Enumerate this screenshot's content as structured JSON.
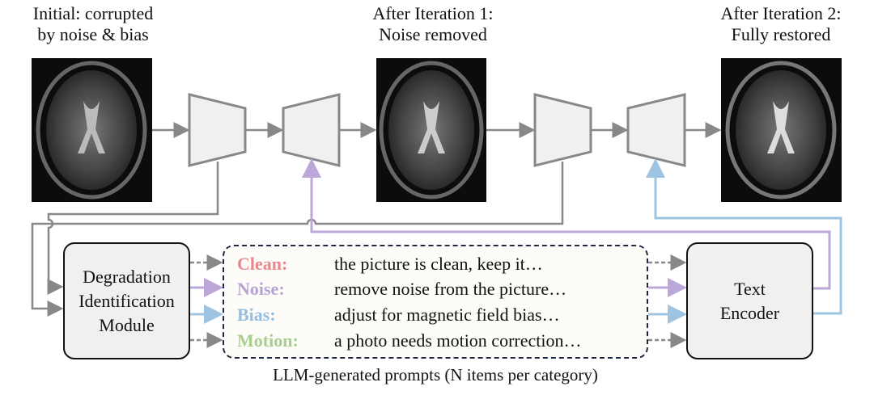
{
  "labels": {
    "initial": [
      "Initial: corrupted",
      "by noise & bias"
    ],
    "iter1": [
      "After Iteration 1:",
      "Noise removed"
    ],
    "iter2": [
      "After Iteration 2:",
      "Fully restored"
    ]
  },
  "modules": {
    "dim": [
      "Degradation",
      "Identification",
      "Module"
    ],
    "text_encoder": [
      "Text",
      "Encoder"
    ]
  },
  "prompts": [
    {
      "category": "Clean:",
      "text": "the picture is clean, keep it…",
      "color": "#e8878e"
    },
    {
      "category": "Noise:",
      "text": "remove noise from the picture…",
      "color": "#b7a3d3"
    },
    {
      "category": "Bias:",
      "text": "adjust for magnetic field bias…",
      "color": "#94bde0"
    },
    {
      "category": "Motion:",
      "text": "a photo needs motion correction…",
      "color": "#a9cf8e"
    }
  ],
  "caption": "LLM-generated prompts (N items per category)",
  "colors": {
    "gray": "#888888",
    "purple": "#bba8d8",
    "blue": "#9ec4e2"
  }
}
